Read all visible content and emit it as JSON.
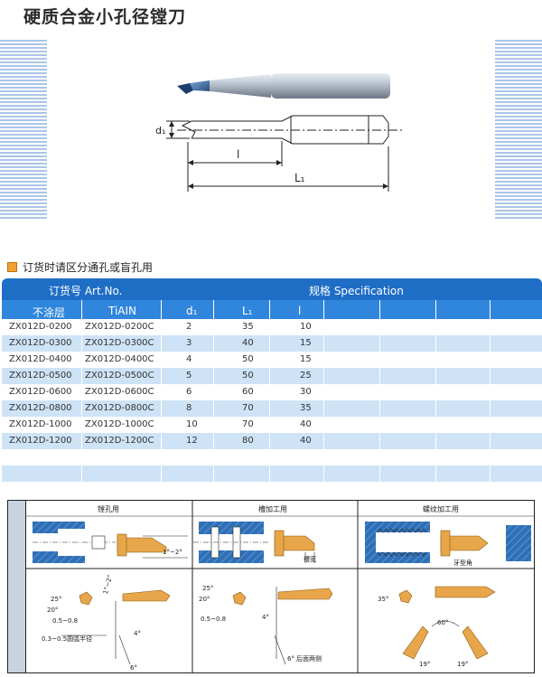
{
  "title": "硬质合金小孔径镗刀",
  "dims": {
    "d1": "d₁",
    "l": "l",
    "L1": "L₁"
  },
  "note": "订货时请区分通孔或盲孔用",
  "table": {
    "order_no": "订货号 Art.No.",
    "spec": "规格   Specification",
    "cols": [
      "不涂层",
      "TiAIN",
      "d₁",
      "L₁",
      "l"
    ],
    "rows": [
      [
        "ZX012D-0200",
        "ZX012D-0200C",
        "2",
        "35",
        "10"
      ],
      [
        "ZX012D-0300",
        "ZX012D-0300C",
        "3",
        "40",
        "15"
      ],
      [
        "ZX012D-0400",
        "ZX012D-0400C",
        "4",
        "50",
        "15"
      ],
      [
        "ZX012D-0500",
        "ZX012D-0500C",
        "5",
        "50",
        "25"
      ],
      [
        "ZX012D-0600",
        "ZX012D-0600C",
        "6",
        "60",
        "30"
      ],
      [
        "ZX012D-0800",
        "ZX012D-0800C",
        "8",
        "70",
        "35"
      ],
      [
        "ZX012D-1000",
        "ZX012D-1000C",
        "10",
        "70",
        "40"
      ],
      [
        "ZX012D-1200",
        "ZX012D-1200C",
        "12",
        "80",
        "40"
      ]
    ]
  },
  "diagram": {
    "sections": [
      "镗孔用",
      "槽加工用",
      "螺纹加工用"
    ],
    "labels": {
      "a1": "1°~2°",
      "a2": "1°~2°",
      "groove": "槽宽",
      "thread": "牙型角",
      "b25": "25°",
      "b20": "20°",
      "b05": "0.5~0.8",
      "b03": "0.3~0.5圆弧半径",
      "b4": "4°",
      "b6": "6°",
      "c25": "25°",
      "c20": "20°",
      "c05": "0.5~0.8",
      "c4": "4°",
      "c6": "6°",
      "c_side": "后面两侧",
      "d35": "35°",
      "d60": "60°",
      "d19a": "19°",
      "d19b": "19°"
    }
  }
}
